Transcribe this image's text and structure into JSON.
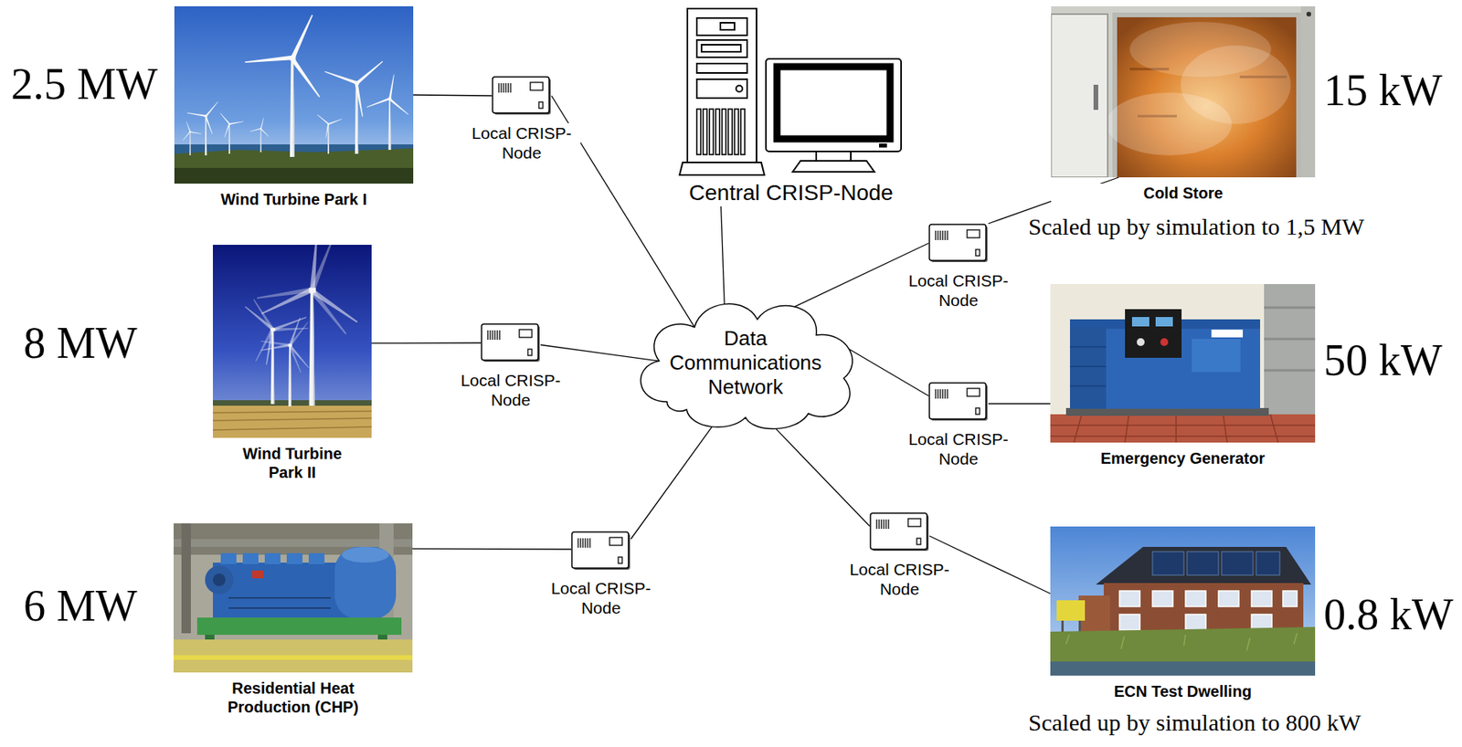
{
  "diagram": {
    "nodes": [
      {
        "text": [
          "Wind Turbine Park I"
        ]
      },
      {
        "text": [
          "Local CRISP-Node"
        ]
      },
      {
        "text": [
          "Central CRISP-Node"
        ]
      },
      {
        "text": [
          "Cold Store"
        ]
      },
      {
        "text": [
          "Local CRISP-Node"
        ]
      },
      {
        "text": [
          "Wind Turbine Park II"
        ]
      },
      {
        "text": [
          "Local CRISP-Node"
        ]
      },
      {
        "text": [
          "Data Communications Network"
        ]
      },
      {
        "text": [
          "Local CRISP-Node"
        ]
      },
      {
        "text": [
          "Emergency Generator"
        ]
      },
      {
        "text": [
          "Residential Heat Production (CHP)"
        ]
      },
      {
        "text": [
          "Local CRISP-Node"
        ]
      },
      {
        "text": [
          "Local CRISP-Node"
        ]
      },
      {
        "text": [
          "ECN Test Dwelling"
        ]
      }
    ],
    "edges": [
      {
        "from": 0,
        "to": 1,
        "arrow": "none"
      },
      {
        "from": 1,
        "to": 7,
        "arrow": "none"
      },
      {
        "from": 2,
        "to": 7,
        "arrow": "none"
      },
      {
        "from": 7,
        "to": 4,
        "arrow": "none"
      },
      {
        "from": 4,
        "to": 3,
        "arrow": "none"
      },
      {
        "from": 5,
        "to": 6,
        "arrow": "none"
      },
      {
        "from": 6,
        "to": 7,
        "arrow": "none"
      },
      {
        "from": 7,
        "to": 8,
        "arrow": "none"
      },
      {
        "from": 8,
        "to": 9,
        "arrow": "none"
      },
      {
        "from": 10,
        "to": 11,
        "arrow": "none"
      },
      {
        "from": 11,
        "to": 7,
        "arrow": "none"
      },
      {
        "from": 7,
        "to": 12,
        "arrow": "none"
      },
      {
        "from": 12,
        "to": 13,
        "arrow": "none"
      }
    ],
    "labels": [
      "2.5 MW",
      "15 kW",
      "Scaled up by simulation to 1,5 MW",
      "8 MW",
      "50 kW",
      "6 MW",
      "0.8 kW",
      "Scaled up by simulation to 800 kW"
    ]
  }
}
